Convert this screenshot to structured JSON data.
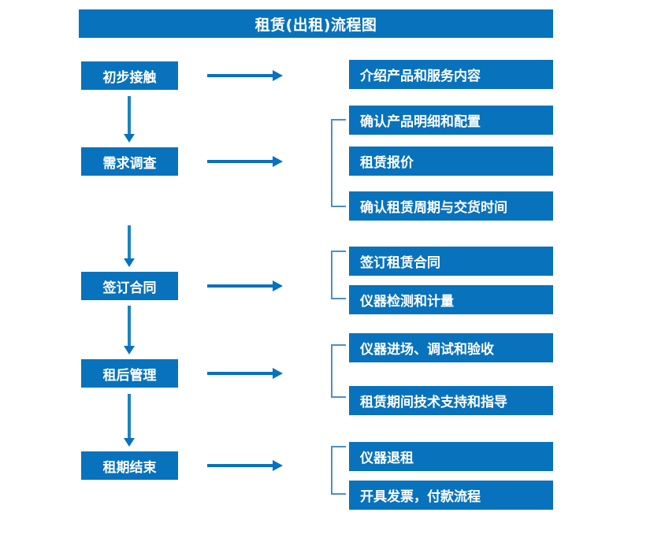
{
  "diagram": {
    "title": "租赁(出租)流程图",
    "accent_color": "#0872bd",
    "bracket_color": "#4a90c8",
    "text_color": "#ffffff",
    "background_color": "#ffffff"
  },
  "stages": [
    {
      "id": "initial-contact",
      "label": "初步接触"
    },
    {
      "id": "demand-survey",
      "label": "需求调查"
    },
    {
      "id": "sign-contract",
      "label": "签订合同"
    },
    {
      "id": "post-rent-manage",
      "label": "租后管理"
    },
    {
      "id": "lease-end",
      "label": "租期结束"
    }
  ],
  "details": [
    {
      "id": "intro-products",
      "label": "介绍产品和服务内容"
    },
    {
      "id": "confirm-spec",
      "label": "确认产品明细和配置"
    },
    {
      "id": "rental-quote",
      "label": "租赁报价"
    },
    {
      "id": "confirm-period",
      "label": "确认租赁周期与交货时间"
    },
    {
      "id": "sign-rental-contract",
      "label": "签订租赁合同"
    },
    {
      "id": "instrument-test",
      "label": "仪器检测和计量"
    },
    {
      "id": "instrument-entry",
      "label": "仪器进场、调试和验收"
    },
    {
      "id": "tech-support",
      "label": "租赁期间技术支持和指导"
    },
    {
      "id": "instrument-return",
      "label": "仪器退租"
    },
    {
      "id": "invoice-payment",
      "label": "开具发票，付款流程"
    }
  ],
  "icons": {
    "arrow_right": "arrow-right-icon",
    "arrow_down": "arrow-down-icon",
    "bracket": "group-bracket-icon"
  }
}
